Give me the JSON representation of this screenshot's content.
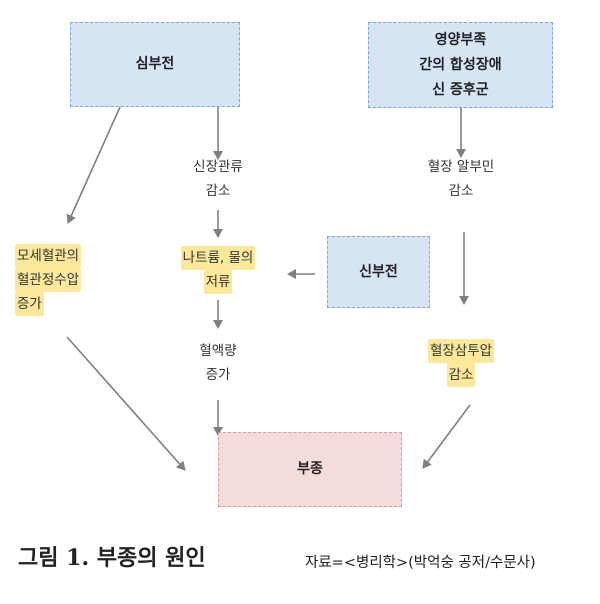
{
  "nodes": {
    "heart_failure": "심부전",
    "malnutrition": [
      "영양부족",
      "간의 합성장애",
      "신 증후군"
    ],
    "renal_perfusion": [
      "신장관류",
      "감소"
    ],
    "plasma_albumin": [
      "혈장 알부민",
      "감소"
    ],
    "capillary_pressure": [
      "모세혈관의",
      "혈관정수압",
      "증가"
    ],
    "sodium_water": [
      "나트륨, 물의",
      "저류"
    ],
    "renal_failure": "신부전",
    "blood_volume": [
      "혈액량",
      "증가"
    ],
    "oncotic_pressure": [
      "혈장삼투압",
      "감소"
    ],
    "edema": "부종"
  },
  "caption": {
    "title": "그림 1. 부종의 원인",
    "source": "자료=<병리학>(박억숭 공저/수문사)"
  },
  "colors": {
    "blue_box": "#d6e4f4",
    "pink_box": "#f5dcdc",
    "highlight": "#fbe89a",
    "arrow": "#808080"
  }
}
